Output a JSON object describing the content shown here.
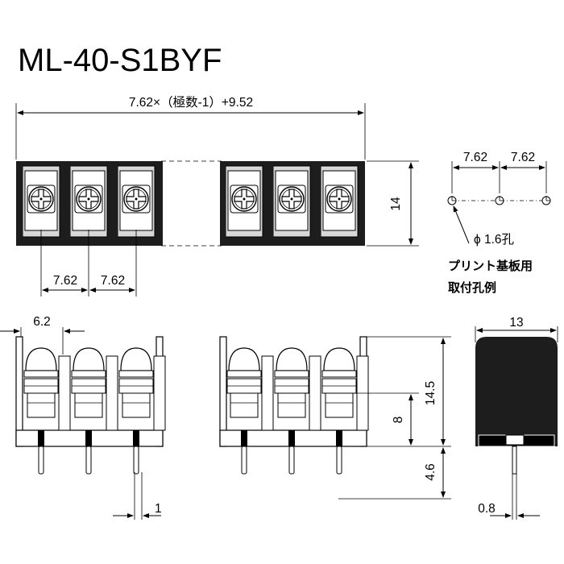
{
  "title": "ML-40-S1BYF",
  "dimensions": {
    "overall_length": "7.62×（極数-1）+9.52",
    "height_top_view": "14",
    "pitch_left": "7.62",
    "pitch_right": "7.62",
    "hole_pitch_left": "7.62",
    "hole_pitch_right": "7.62",
    "hole_diameter": "ϕ 1.6孔",
    "front_width": "6.2",
    "total_height": "14.5",
    "mid_height": "8",
    "pin_length": "4.6",
    "pin_width": "1",
    "side_width": "13",
    "side_pin_width": "0.8"
  },
  "notes": {
    "pcb_line1": "プリント基板用",
    "pcb_line2": "取付孔例"
  },
  "colors": {
    "body": "#1d1d1d",
    "line": "#000000",
    "background": "#ffffff"
  },
  "icons": [
    "screw-terminal-icon",
    "hole-center-mark-icon",
    "arrow-icon"
  ]
}
